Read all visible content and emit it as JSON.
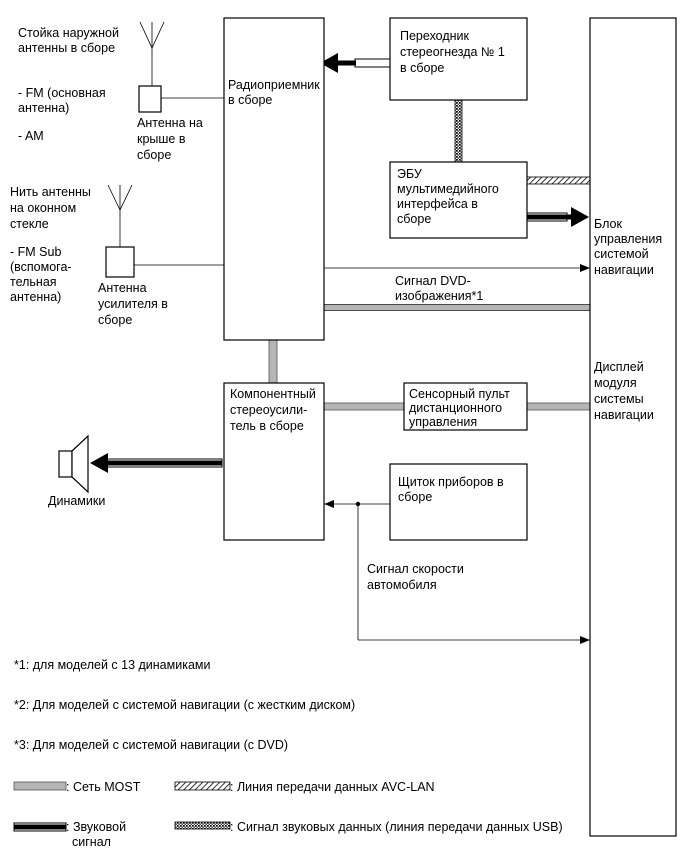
{
  "antennas": {
    "roof_title": [
      "Стойка наружной",
      "антенны в сборе"
    ],
    "roof_bands": [
      "- FM (основная",
      "антенна)",
      "- AM"
    ],
    "roof_unit": [
      "Антенна на",
      "крыше в",
      "сборе"
    ],
    "window_title": [
      "Нить антенны",
      "на оконном",
      "стекле"
    ],
    "window_band": [
      "- FM Sub",
      "(вспомога-",
      "тельная",
      "антенна)"
    ],
    "booster_unit": [
      "Антенна",
      "усилителя в",
      "сборе"
    ]
  },
  "components": {
    "radio": [
      "Радиоприемник",
      "в сборе"
    ],
    "adapter": [
      "Переходник",
      "стереогнезда № 1",
      "в сборе"
    ],
    "ecu": [
      "ЭБУ",
      "мультимедийного",
      "интерфейса в",
      "сборе"
    ],
    "nav_control": [
      "Блок",
      "управления",
      "системой",
      "навигации"
    ],
    "nav_display": [
      "Дисплей",
      "модуля",
      "системы",
      "навигации"
    ],
    "amplifier": [
      "Компонентный",
      "стереоусили-",
      "тель в сборе"
    ],
    "remote": [
      "Сенсорный пульт",
      "дистанционного",
      "управления"
    ],
    "cluster": [
      "Щиток приборов в",
      "сборе"
    ],
    "speakers": "Динамики"
  },
  "signals": {
    "dvd_video": [
      "Сигнал DVD-",
      "изображения*1"
    ],
    "vehicle_speed": [
      "Сигнал скорости",
      "автомобиля"
    ]
  },
  "footnotes": [
    "*1: для моделей с 13 динамиками",
    "*2: Для моделей с системой навигации (с жестким диском)",
    "*3: Для моделей с системой навигации (с DVD)"
  ],
  "legend": {
    "most": ": Сеть MOST",
    "avc_lan": ": Линия передачи данных AVC-LAN",
    "audio": [
      ": Звуковой",
      "сигнал"
    ],
    "usb": ": Сигнал звуковых данных (линия передачи данных USB)"
  },
  "colors": {
    "most_line": "#b5b5b5",
    "avc_hatch": "#000000",
    "usb_dots": "#000000",
    "audio_line": "#000000"
  }
}
